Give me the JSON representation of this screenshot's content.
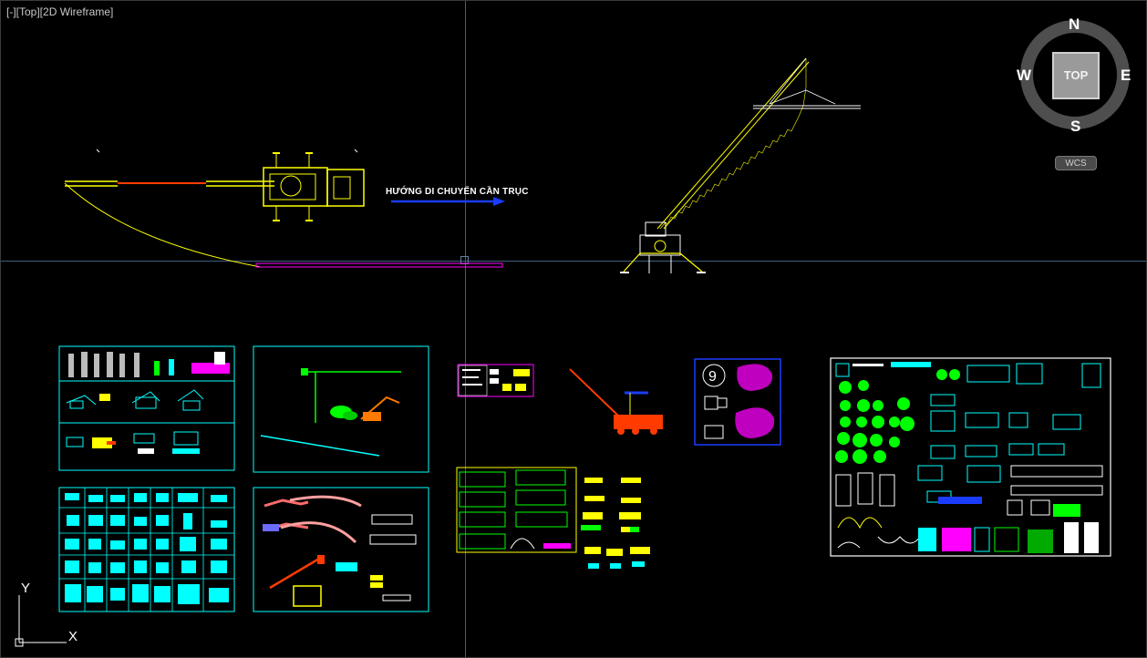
{
  "viewport": {
    "label_controls": "[-]",
    "label_view": "Top",
    "label_style": "2D Wireframe",
    "label_display": "[-][Top][2D Wireframe]"
  },
  "viewcube": {
    "north": "N",
    "south": "S",
    "east": "E",
    "west": "W",
    "face": "TOP",
    "wcs_label": "WCS"
  },
  "drawing": {
    "annotation": "HƯỚNG DI CHUYỂN CẦN TRỤC"
  },
  "ucs": {
    "x_label": "X",
    "y_label": "Y"
  },
  "colors": {
    "background": "#000000",
    "cyan": "#00ffff",
    "yellow": "#ffff00",
    "magenta": "#ff00ff",
    "blue": "#0000ff",
    "red": "#ff3b00",
    "green": "#00ff00",
    "white": "#ffffff"
  }
}
